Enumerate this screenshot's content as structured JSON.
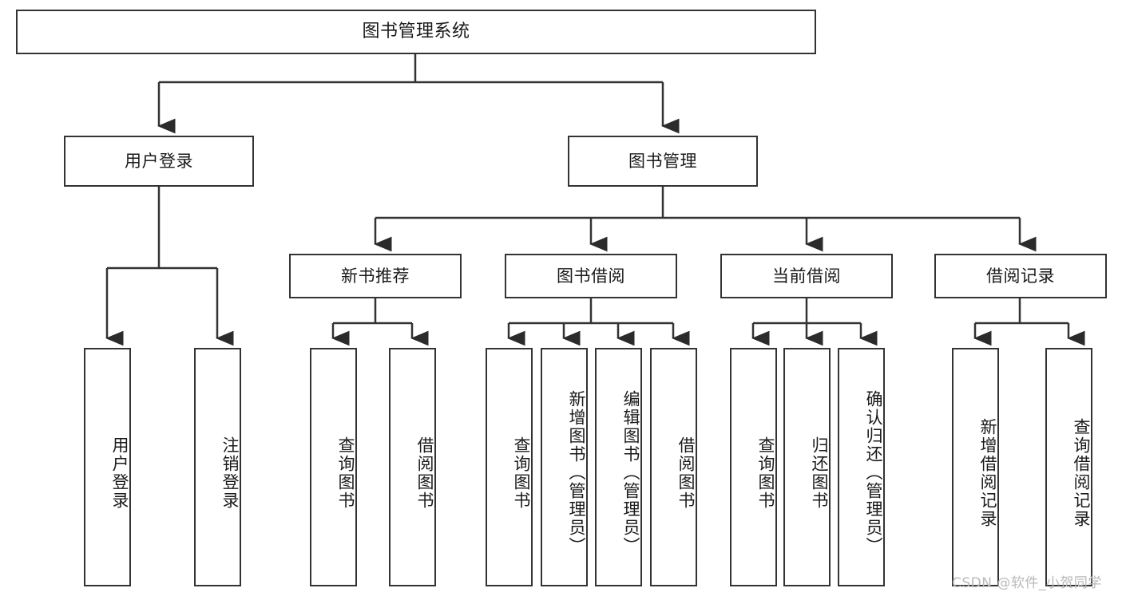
{
  "diagram": {
    "title": "图书管理系统",
    "type": "tree-hierarchy-diagram",
    "colors": {
      "background": "#ffffff",
      "stroke": "#333333",
      "text": "#1a1a1a",
      "watermark": "#b9b9b9"
    },
    "nodes": {
      "root": {
        "label": "图书管理系统"
      },
      "level2": [
        {
          "label": "用户登录"
        },
        {
          "label": "图书管理"
        }
      ],
      "level3": [
        {
          "label": "新书推荐"
        },
        {
          "label": "图书借阅"
        },
        {
          "label": "当前借阅"
        },
        {
          "label": "借阅记录"
        }
      ],
      "leaves": {
        "user_login": [
          {
            "label": "用户登录"
          },
          {
            "label": "注销登录"
          }
        ],
        "new_book_recommend": [
          {
            "label": "查询图书"
          },
          {
            "label": "借阅图书"
          }
        ],
        "book_borrow": [
          {
            "label": "查询图书"
          },
          {
            "label": "新增图书（管理员）"
          },
          {
            "label": "编辑图书（管理员）"
          },
          {
            "label": "借阅图书"
          }
        ],
        "current_borrow": [
          {
            "label": "查询图书"
          },
          {
            "label": "归还图书"
          },
          {
            "label": "确认归还（管理员）"
          }
        ],
        "borrow_record": [
          {
            "label": "新增借阅记录"
          },
          {
            "label": "查询借阅记录"
          }
        ]
      }
    },
    "watermark": "CSDN @软件_小贺同学"
  }
}
